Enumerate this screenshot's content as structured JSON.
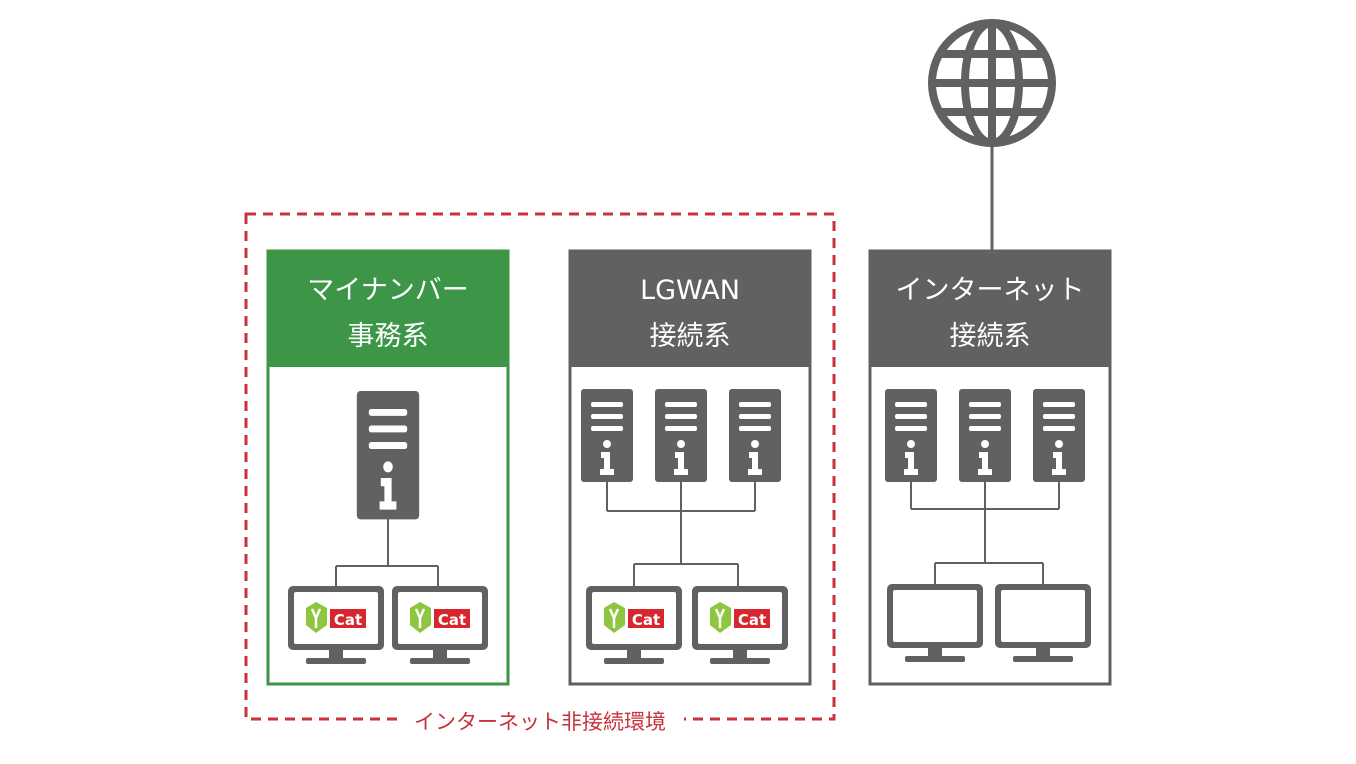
{
  "boundary": {
    "label": "インターネット非接続環境",
    "color": "#c8323a"
  },
  "zones": [
    {
      "id": "mynumber",
      "title_line1": "マイナンバー",
      "title_line2": "事務系",
      "color": "#3d9647",
      "servers": 1,
      "terminals": 2,
      "terminal_logo": "Cat"
    },
    {
      "id": "lgwan",
      "title_line1": "LGWAN",
      "title_line2": "接続系",
      "color": "#616161",
      "servers": 3,
      "terminals": 2,
      "terminal_logo": "Cat"
    },
    {
      "id": "internet",
      "title_line1": "インターネット",
      "title_line2": "接続系",
      "color": "#616161",
      "servers": 3,
      "terminals": 2,
      "terminal_logo": ""
    }
  ],
  "icons": {
    "globe": "globe-icon",
    "server": "server-icon",
    "monitor": "monitor-icon",
    "logo": "cat-logo-icon"
  },
  "colors": {
    "icon": "#616161",
    "logo_green": "#8dc63f",
    "logo_red": "#d7262e"
  }
}
